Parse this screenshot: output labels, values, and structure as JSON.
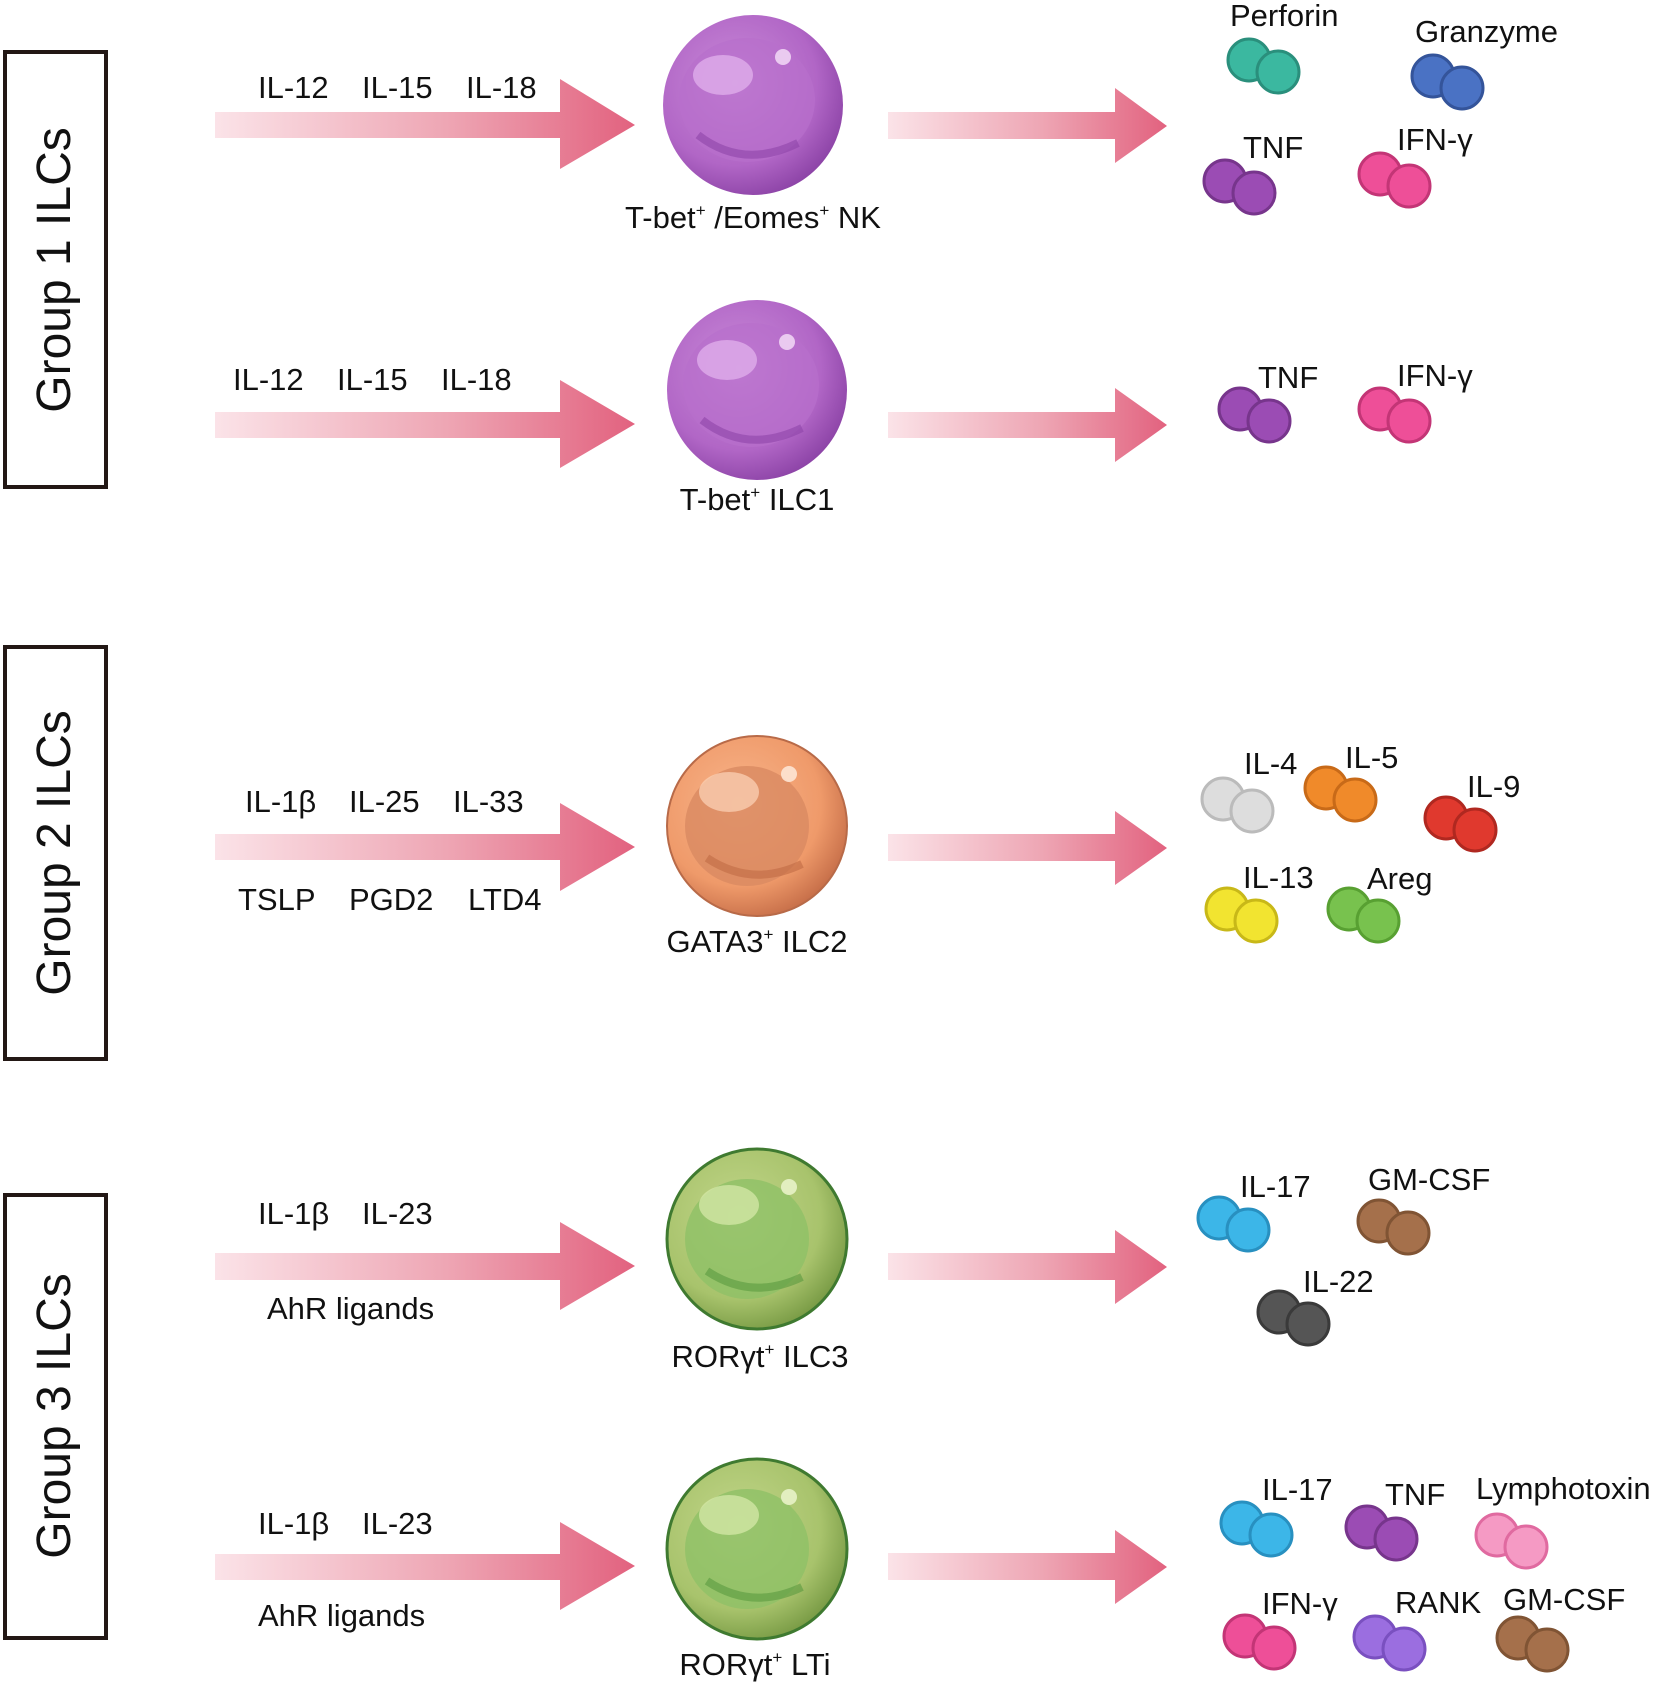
{
  "groups": [
    {
      "label": "Group 1 ILCs"
    },
    {
      "label": "Group 2 ILCs"
    },
    {
      "label": "Group 3 ILCs"
    }
  ],
  "rows": [
    {
      "group": 0,
      "inputs_above": [
        "IL-12",
        "IL-15",
        "IL-18"
      ],
      "inputs_below": [],
      "cell": {
        "name": "T-bet",
        "sup1": "+",
        "mid": " /Eomes",
        "sup2": "+",
        "tail": " NK",
        "color": "purple"
      },
      "outputs": [
        {
          "label": "Perforin",
          "color": "#3bb8a0"
        },
        {
          "label": "Granzyme",
          "color": "#4a72c4"
        },
        {
          "label": "TNF",
          "color": "#9b4cb4"
        },
        {
          "label": "IFN-γ",
          "color": "#ee4f98"
        }
      ]
    },
    {
      "group": 0,
      "inputs_above": [
        "IL-12",
        "IL-15",
        "IL-18"
      ],
      "inputs_below": [],
      "cell": {
        "name": "T-bet",
        "sup1": "+",
        "mid": " ILC1",
        "sup2": "",
        "tail": "",
        "color": "purple"
      },
      "outputs": [
        {
          "label": "TNF",
          "color": "#9b4cb4"
        },
        {
          "label": "IFN-γ",
          "color": "#ee4f98"
        }
      ]
    },
    {
      "group": 1,
      "inputs_above": [
        "IL-1β",
        "IL-25",
        "IL-33"
      ],
      "inputs_below": [
        "TSLP",
        "PGD2",
        "LTD4"
      ],
      "cell": {
        "name": "GATA3",
        "sup1": "+",
        "mid": " ILC2",
        "sup2": "",
        "tail": "",
        "color": "orange"
      },
      "outputs": [
        {
          "label": "IL-4",
          "color": "#dddddd"
        },
        {
          "label": "IL-5",
          "color": "#f08a2a"
        },
        {
          "label": "IL-9",
          "color": "#e0392e"
        },
        {
          "label": "IL-13",
          "color": "#f2e430"
        },
        {
          "label": "Areg",
          "color": "#78c24e"
        }
      ]
    },
    {
      "group": 2,
      "inputs_above": [
        "IL-1β",
        "IL-23"
      ],
      "inputs_below": [
        "AhR ligands"
      ],
      "cell": {
        "name": "RORγt",
        "sup1": "+",
        "mid": " ILC3",
        "sup2": "",
        "tail": "",
        "color": "green"
      },
      "outputs": [
        {
          "label": "IL-17",
          "color": "#3cb6e8"
        },
        {
          "label": "GM-CSF",
          "color": "#a5704b"
        },
        {
          "label": "IL-22",
          "color": "#555555"
        }
      ]
    },
    {
      "group": 2,
      "inputs_above": [
        "IL-1β",
        "IL-23"
      ],
      "inputs_below": [
        "AhR ligands"
      ],
      "cell": {
        "name": "RORγt",
        "sup1": "+",
        "mid": " LTi",
        "sup2": "",
        "tail": "",
        "color": "green"
      },
      "outputs": [
        {
          "label": "IL-17",
          "color": "#3cb6e8"
        },
        {
          "label": "TNF",
          "color": "#9b4cb4"
        },
        {
          "label": "Lymphotoxin",
          "color": "#f59ac4"
        },
        {
          "label": "IFN-γ",
          "color": "#ee4f98"
        },
        {
          "label": "RANK",
          "color": "#9b6ee0"
        },
        {
          "label": "GM-CSF",
          "color": "#a5704b"
        }
      ]
    }
  ],
  "colors": {
    "arrow": "#e2627f",
    "purple_cell": "#b46ac8",
    "orange_cell": "#f09a6e",
    "green_cell": "#a6c26a"
  }
}
